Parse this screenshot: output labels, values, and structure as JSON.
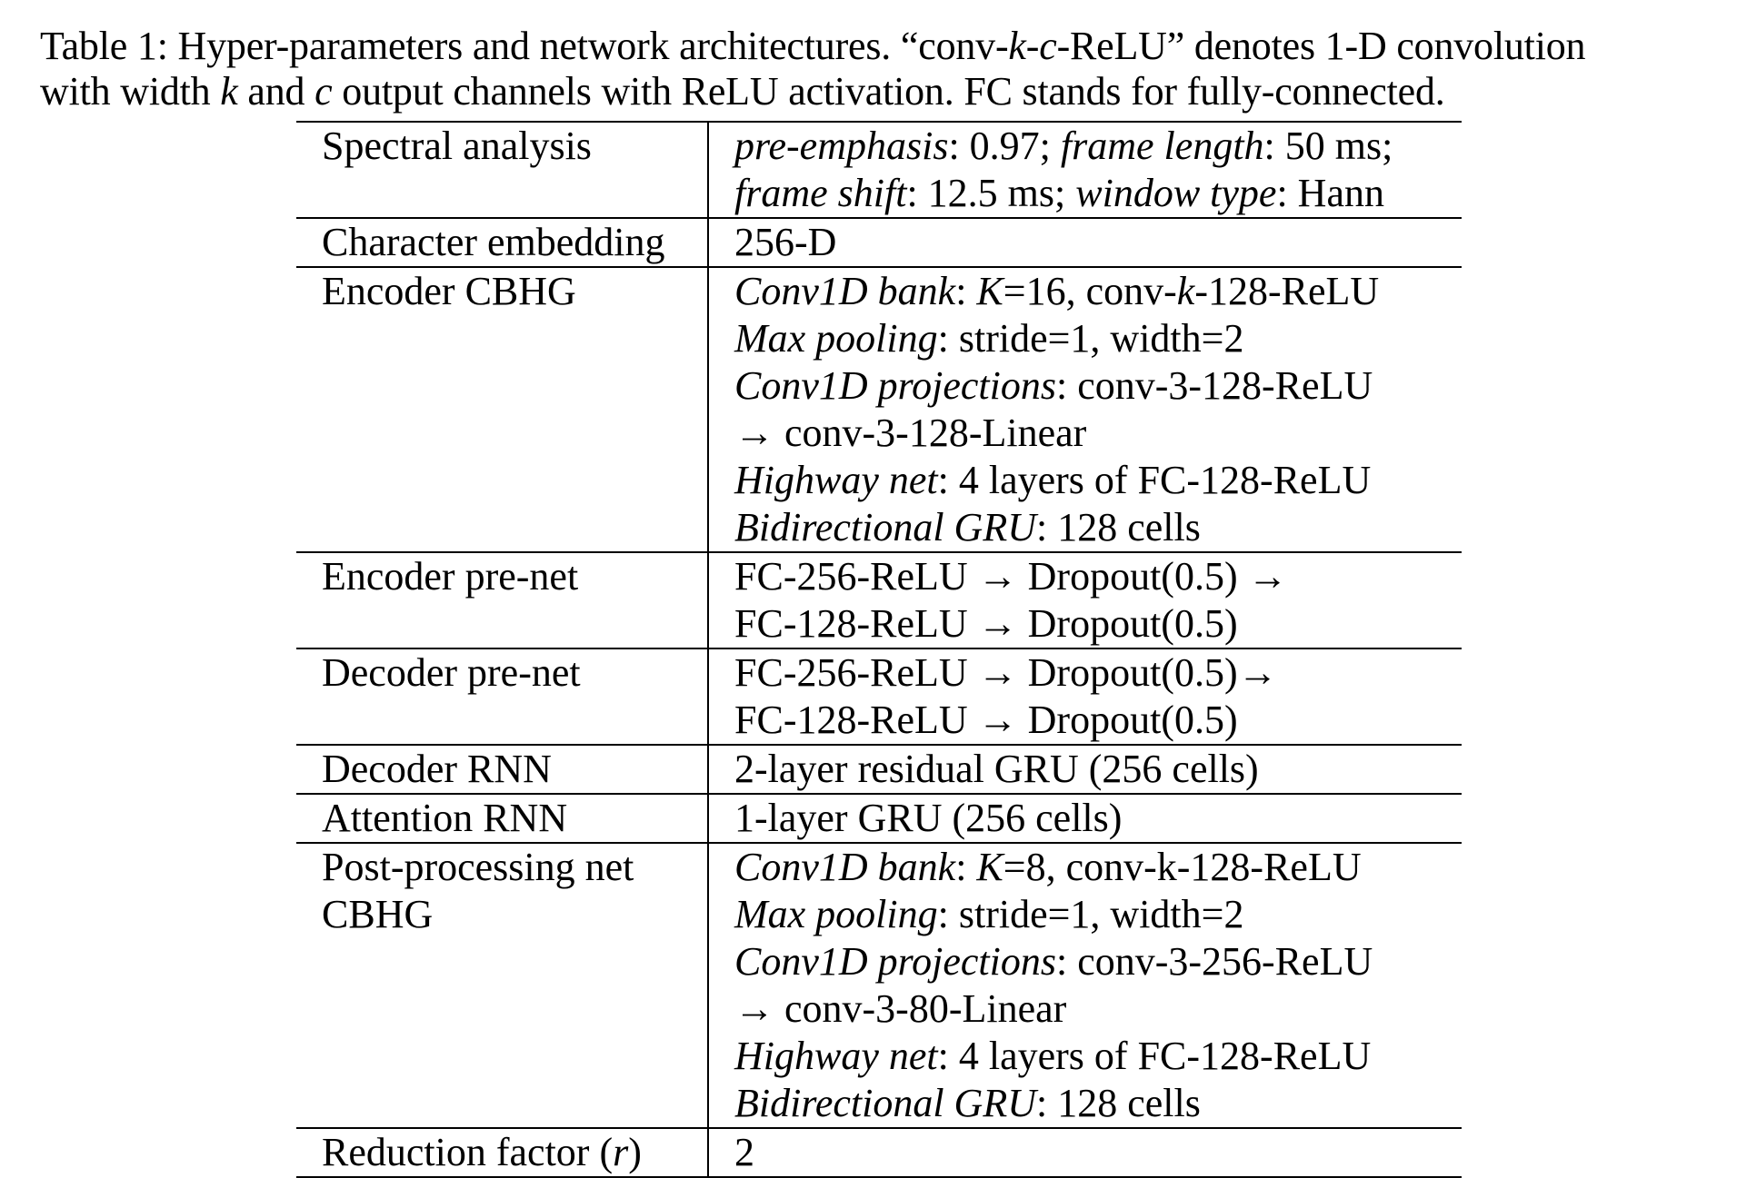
{
  "caption": {
    "line1": "Table 1: Hyper-parameters and network architectures. “conv-k-c-ReLU” denotes 1-D convolution",
    "line2": "with width k and c output channels with ReLU activation. FC stands for fully-connected."
  },
  "table": {
    "rows": [
      {
        "param": [
          "Spectral analysis"
        ],
        "value": [
          [
            {
              "t": "pre-emphasis",
              "i": true
            },
            {
              "t": ": 0.97; "
            },
            {
              "t": "frame length",
              "i": true
            },
            {
              "t": ": 50 ms;"
            }
          ],
          [
            {
              "t": "frame shift",
              "i": true
            },
            {
              "t": ": 12.5 ms; "
            },
            {
              "t": "window type",
              "i": true
            },
            {
              "t": ": Hann"
            }
          ]
        ]
      },
      {
        "param": [
          "Character embedding"
        ],
        "value": [
          [
            {
              "t": "256-D"
            }
          ]
        ]
      },
      {
        "param": [
          "Encoder CBHG"
        ],
        "value": [
          [
            {
              "t": "Conv1D bank",
              "i": true
            },
            {
              "t": ": "
            },
            {
              "t": "K",
              "i": true
            },
            {
              "t": "=16, conv-"
            },
            {
              "t": "k",
              "i": true
            },
            {
              "t": "-128-ReLU"
            }
          ],
          [
            {
              "t": "Max pooling",
              "i": true
            },
            {
              "t": ": stride=1, width=2"
            }
          ],
          [
            {
              "t": "Conv1D projections",
              "i": true
            },
            {
              "t": ": conv-3-128-ReLU"
            }
          ],
          [
            {
              "t": "→ conv-3-128-Linear"
            }
          ],
          [
            {
              "t": "Highway net",
              "i": true
            },
            {
              "t": ": 4 layers of FC-128-ReLU"
            }
          ],
          [
            {
              "t": "Bidirectional GRU",
              "i": true
            },
            {
              "t": ": 128 cells"
            }
          ]
        ]
      },
      {
        "param": [
          "Encoder pre-net"
        ],
        "value": [
          [
            {
              "t": "FC-256-ReLU → Dropout(0.5) →"
            }
          ],
          [
            {
              "t": "FC-128-ReLU → Dropout(0.5)"
            }
          ]
        ]
      },
      {
        "param": [
          "Decoder pre-net"
        ],
        "value": [
          [
            {
              "t": "FC-256-ReLU → Dropout(0.5)→"
            }
          ],
          [
            {
              "t": "FC-128-ReLU → Dropout(0.5)"
            }
          ]
        ]
      },
      {
        "param": [
          "Decoder RNN"
        ],
        "value": [
          [
            {
              "t": "2-layer residual GRU (256 cells)"
            }
          ]
        ]
      },
      {
        "param": [
          "Attention RNN"
        ],
        "value": [
          [
            {
              "t": "1-layer GRU (256 cells)"
            }
          ]
        ]
      },
      {
        "param": [
          "Post-processing net",
          "CBHG"
        ],
        "value": [
          [
            {
              "t": "Conv1D bank",
              "i": true
            },
            {
              "t": ": "
            },
            {
              "t": "K",
              "i": true
            },
            {
              "t": "=8, conv-k-128-ReLU"
            }
          ],
          [
            {
              "t": "Max pooling",
              "i": true
            },
            {
              "t": ": stride=1, width=2"
            }
          ],
          [
            {
              "t": "Conv1D projections",
              "i": true
            },
            {
              "t": ": conv-3-256-ReLU"
            }
          ],
          [
            {
              "t": "→ conv-3-80-Linear"
            }
          ],
          [
            {
              "t": "Highway net",
              "i": true
            },
            {
              "t": ": 4 layers of FC-128-ReLU"
            }
          ],
          [
            {
              "t": "Bidirectional GRU",
              "i": true
            },
            {
              "t": ": 128 cells"
            }
          ]
        ]
      },
      {
        "param": [
          "Reduction factor (r)"
        ],
        "value": [
          [
            {
              "t": "2"
            }
          ]
        ]
      }
    ]
  }
}
